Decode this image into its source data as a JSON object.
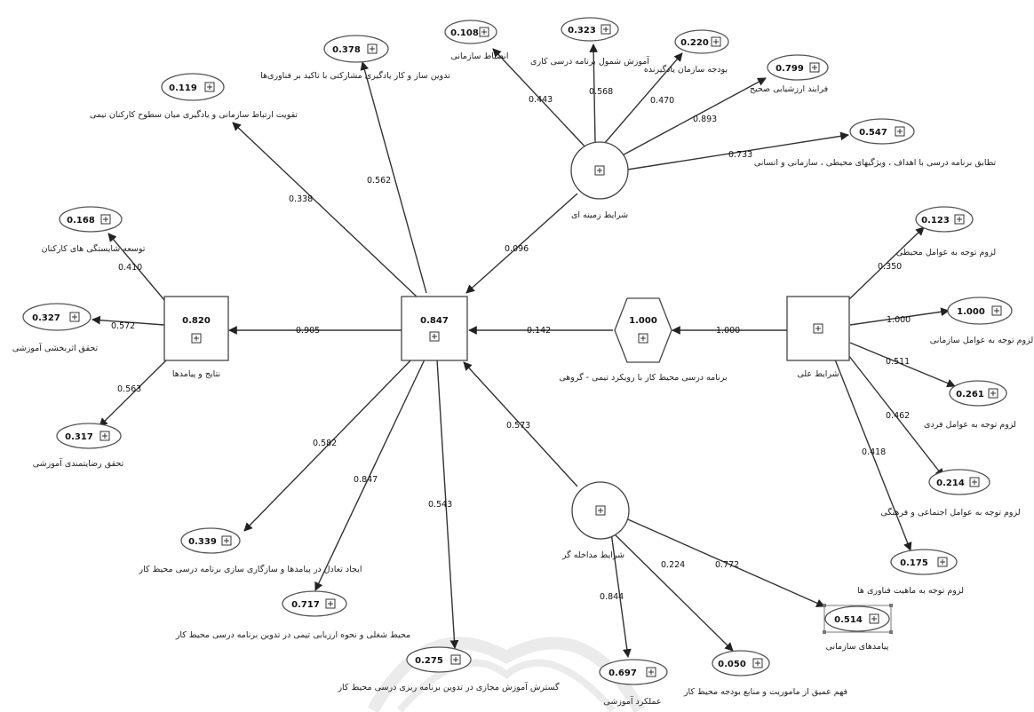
{
  "constructs": {
    "central": {
      "value": "0.847"
    },
    "outcome": {
      "value": "0.820",
      "label": "نتایج و پیامدها"
    },
    "mediator": {
      "value": "1.000",
      "label": "برنامه درسی محیط کار با رویکرد تیمی - گروهی"
    },
    "causal": {
      "label": "شرایط علی"
    },
    "context": {
      "label": "شرایط زمینه ای"
    },
    "intervening": {
      "label": "شرایط مداخله گر"
    }
  },
  "context_indicators": [
    {
      "value": "0.108",
      "label": "انضباط سازمانی",
      "coef": "0.443"
    },
    {
      "value": "0.323",
      "label": "آموزش شمول برنامه درسی کاری",
      "coef": "0.568"
    },
    {
      "value": "0.220",
      "label": "بودجه سازمان یادگیرنده",
      "coef": "0.470"
    },
    {
      "value": "0.799",
      "label": "فرایند ارزشیابی صحیح",
      "coef": "0.893"
    },
    {
      "value": "0.547",
      "label": "تطابق برنامه درسی با اهداف ، ویژگیهای محیطی ، سازمانی و انسانی",
      "coef": "0.733"
    }
  ],
  "causal_indicators": [
    {
      "value": "0.123",
      "label": "لزوم توجه به عوامل محیطی",
      "coef": "0.350"
    },
    {
      "value": "1.000",
      "label": "لزوم توجه به عوامل سازمانی",
      "coef": "1.000"
    },
    {
      "value": "0.261",
      "label": "لزوم توجه به عوامل فردی",
      "coef": "0.511"
    },
    {
      "value": "0.214",
      "label": "لزوم توجه به عوامل اجتماعی و فرهنگی",
      "coef": "0.462"
    },
    {
      "value": "0.175",
      "label": "لزوم توجه به ماهیت فناوری ها",
      "coef": "0.418"
    }
  ],
  "central_indicators": [
    {
      "value": "0.378",
      "label": "تدوین ساز و کار یادگیری مشارکتی با تاکید بر فناوری‌ها",
      "coef": "0.562"
    },
    {
      "value": "0.119",
      "label": "تقویت ارتباط سازمانی و یادگیری میان سطوح کارکنان تیمی",
      "coef": "0.338"
    },
    {
      "value": "0.339",
      "label": "ایجاد تعادل در پیامدها و سازگاری سازی برنامه درسی محیط کار",
      "coef": "0.582"
    },
    {
      "value": "0.717",
      "label": "محیط شغلی و نحوه ارزیابی تیمی در تدوین برنامه درسی محیط کار",
      "coef": "0.847"
    },
    {
      "value": "0.275",
      "label": "گسترش آموزش مجازی در تدوین برنامه ریزی درسی محیط کار",
      "coef": "0.543"
    }
  ],
  "outcome_indicators": [
    {
      "value": "0.168",
      "label": "توسعه شایستگی های کارکنان",
      "coef": "0.410"
    },
    {
      "value": "0.327",
      "label": "تحقق اثربخشی آموزشی",
      "coef": "0.572"
    },
    {
      "value": "0.317",
      "label": "تحقق رضایتمندی آموزشی",
      "coef": "0.563"
    }
  ],
  "intervening_indicators": [
    {
      "value": "0.697",
      "label": "عملکرد آموزشی",
      "coef": "0.844"
    },
    {
      "value": "0.050",
      "label": "فهم عمیق از ماموریت و منابع بودجه محیط کار",
      "coef": "0.224"
    },
    {
      "value": "0.514",
      "label": "پیامدهای سازمانی",
      "coef": "0.772"
    }
  ],
  "structural_paths": {
    "context_to_central": "0.096",
    "causal_to_mediator": "1.000",
    "mediator_to_central": "0.142",
    "central_to_outcome": "0.905",
    "intervening_to_central": "0.573"
  }
}
